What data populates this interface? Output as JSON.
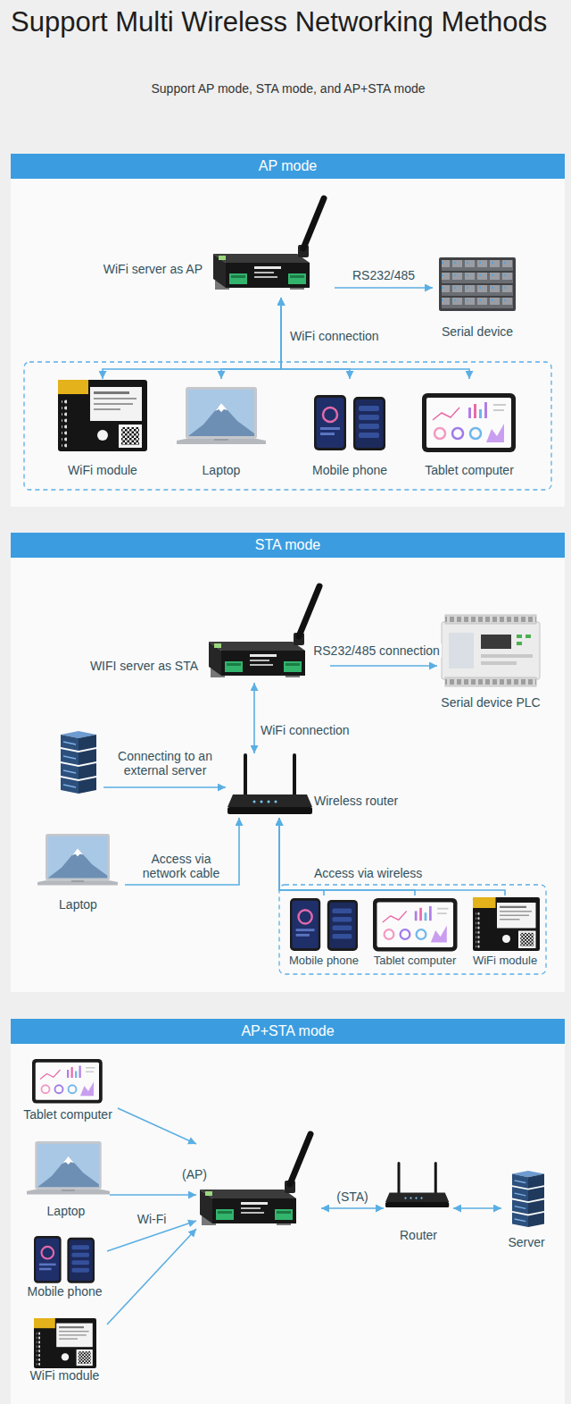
{
  "diagram": {
    "title": "Support Multi Wireless Networking Methods",
    "nodes": [
      {
        "text": [
          "AP mode"
        ]
      },
      {
        "text": [
          "WiFi server as AP"
        ],
        "in": 0
      },
      {
        "text": [
          "Serial device"
        ],
        "in": 0
      },
      {
        "text": [
          "WiFi module"
        ],
        "in": 0
      },
      {
        "text": [
          "Laptop"
        ],
        "in": 0
      },
      {
        "text": [
          "Mobile phone"
        ],
        "in": 0
      },
      {
        "text": [
          "Tablet computer"
        ],
        "in": 0
      },
      {
        "text": [
          "STA mode"
        ]
      },
      {
        "text": [
          "WIFI server as STA"
        ],
        "in": 7
      },
      {
        "text": [
          "Serial device PLC"
        ],
        "in": 7
      },
      {
        "text": [
          "Wireless router"
        ],
        "in": 7
      },
      {
        "text": [
          "Laptop"
        ],
        "in": 7
      },
      {
        "text": [
          "Mobile phone"
        ],
        "in": 7
      },
      {
        "text": [
          "Tablet computer"
        ],
        "in": 7
      },
      {
        "text": [
          "WiFi module"
        ],
        "in": 7
      },
      {
        "text": [
          "AP+STA mode"
        ]
      },
      {
        "text": [
          "Tablet computer"
        ],
        "in": 15
      },
      {
        "text": [
          "Laptop"
        ],
        "in": 15
      },
      {
        "text": [
          "Mobile phone"
        ],
        "in": 15
      },
      {
        "text": [
          "WiFi module"
        ],
        "in": 15
      },
      {
        "text": [
          "(AP)"
        ],
        "in": 15
      },
      {
        "text": [
          "Router"
        ],
        "in": 15
      },
      {
        "text": [
          "Server"
        ],
        "in": 15
      }
    ],
    "edges": [
      {
        "from": 1,
        "to": 2,
        "arrow": "to",
        "label": "RS232/485"
      },
      {
        "from": 1,
        "to": 3,
        "arrow": "both",
        "label": "WiFi connection"
      },
      {
        "from": 1,
        "to": 4,
        "arrow": "both"
      },
      {
        "from": 1,
        "to": 5,
        "arrow": "both"
      },
      {
        "from": 1,
        "to": 6,
        "arrow": "both"
      },
      {
        "from": 8,
        "to": 9,
        "arrow": "to",
        "label": "RS232/485 connection"
      },
      {
        "from": 8,
        "to": 10,
        "arrow": "both",
        "label": "WiFi connection"
      },
      {
        "from": 11,
        "to": 10,
        "arrow": "to",
        "label": "Access via network cable"
      },
      {
        "from": 12,
        "to": 10,
        "arrow": "to",
        "label": "Access via wireless"
      },
      {
        "from": 13,
        "to": 10,
        "arrow": "to"
      },
      {
        "from": 14,
        "to": 10,
        "arrow": "to"
      },
      {
        "from": 16,
        "to": 20,
        "arrow": "to"
      },
      {
        "from": 17,
        "to": 20,
        "arrow": "to",
        "label": "Wi-Fi"
      },
      {
        "from": 18,
        "to": 20,
        "arrow": "to"
      },
      {
        "from": 19,
        "to": 20,
        "arrow": "to"
      },
      {
        "from": 20,
        "to": 21,
        "arrow": "both",
        "label": "(STA)"
      },
      {
        "from": 21,
        "to": 22,
        "arrow": "both"
      }
    ],
    "labels": [
      "Support AP mode, STA mode, and AP+STA mode",
      "Connecting to an external server"
    ]
  }
}
